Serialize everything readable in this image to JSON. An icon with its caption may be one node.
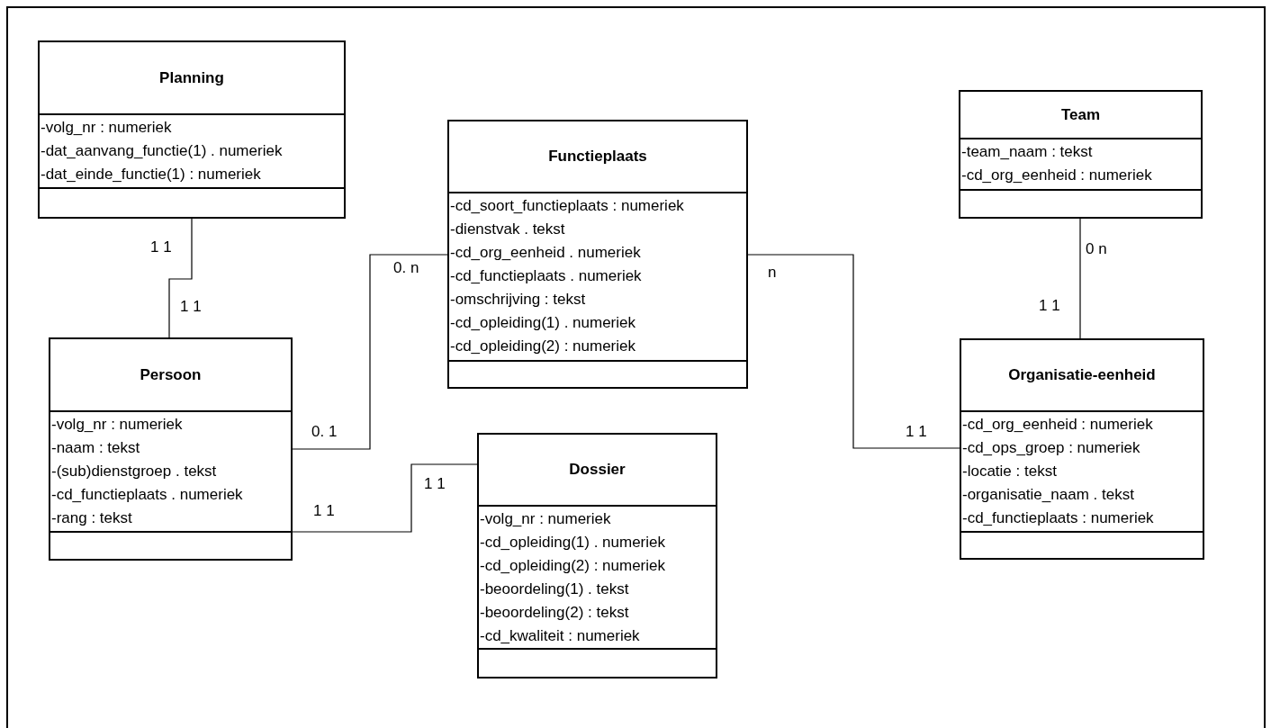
{
  "diagram": {
    "nodes": [
      {
        "text": [
          "Planning",
          "-volg_nr : numeriek",
          "-dat_aanvang_functie(1) . numeriek",
          "-dat_einde_functie(1) : numeriek"
        ]
      },
      {
        "text": [
          "Team",
          "-team_naam : tekst",
          "-cd_org_eenheid : numeriek"
        ]
      },
      {
        "text": [
          "Functieplaats",
          "-cd_soort_functieplaats : numeriek",
          "-dienstvak . tekst",
          "-cd_org_eenheid . numeriek",
          "-cd_functieplaats . numeriek",
          "-omschrijving : tekst",
          "-cd_opleiding(1) . numeriek",
          "-cd_opleiding(2) : numeriek"
        ]
      },
      {
        "text": [
          "Persoon",
          "-volg_nr : numeriek",
          "-naam : tekst",
          "-(sub)dienstgroep . tekst",
          "-cd_functieplaats . numeriek",
          "-rang : tekst"
        ]
      },
      {
        "text": [
          "Organisatie-eenheid",
          "-cd_org_eenheid : numeriek",
          "-cd_ops_groep : numeriek",
          "-locatie : tekst",
          "-organisatie_naam . tekst",
          "-cd_functieplaats : numeriek"
        ]
      },
      {
        "text": [
          "Dossier",
          "-volg_nr : numeriek",
          "-cd_opleiding(1) . numeriek",
          "-cd_opleiding(2) : numeriek",
          "-beoordeling(1) . tekst",
          "-beoordeling(2) : tekst",
          "-cd_kwaliteit : numeriek"
        ]
      }
    ],
    "edges": [
      {
        "from": 0,
        "to": 3,
        "arrow": "none"
      },
      {
        "from": 3,
        "to": 2,
        "arrow": "none"
      },
      {
        "from": 2,
        "to": 4,
        "arrow": "none"
      },
      {
        "from": 1,
        "to": 4,
        "arrow": "none"
      },
      {
        "from": 3,
        "to": 5,
        "arrow": "none"
      }
    ],
    "labels": [
      "1 1",
      "0 n",
      "0. n",
      "n",
      "1 1",
      "1 1",
      "0. 1",
      "1 1",
      "1 1",
      "1 1"
    ]
  }
}
